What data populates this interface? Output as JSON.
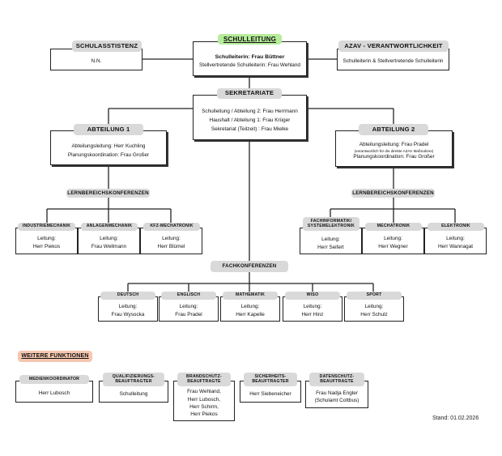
{
  "top": {
    "title": "SCHULLEITUNG",
    "line1": "Schulleiterin: Frau Büttner",
    "line2": "Stellvertretende Schulleiterin: Frau Wehland"
  },
  "schulassistenz": {
    "title": "SCHULASSTISTENZ",
    "line1": "N.N."
  },
  "azav": {
    "title": "AZAV - VERANTWORTLICHKEIT",
    "line1": "Schulleiterin & Stellvertretende Schulleiterin"
  },
  "sekretariate": {
    "title": "SEKRETARIATE",
    "line1": "Schulleitung / Abteilung 2: Frau Herrmann",
    "line2": "Haushalt / Abteilung 1: Frau Krüger",
    "line3": "Sekretariat (Teilzeit) : Frau Mielke"
  },
  "abt1": {
    "title": "ABTEILUNG 1",
    "line1": "Abteilungsleitung: Herr Kuchling",
    "line2": "Planungskoordination: Frau Großer"
  },
  "abt2": {
    "title": "ABTEILUNG 2",
    "line1": "Abteilungsleitung: Frau Pradel",
    "note": "(verantwortlich für die direkte AZAV Maßnahme)",
    "line2": "Planungskoordination: Frau Großer"
  },
  "lbk_left": {
    "title": "LERNBEREICHSKONFERENZEN",
    "items": [
      {
        "title": "INDUSTRIEMECHANIK",
        "line1": "Leitung:",
        "line2": "Herr Piekos"
      },
      {
        "title": "ANLAGENMECHANIK",
        "line1": "Leitung:",
        "line2": "Frau Wellmann"
      },
      {
        "title": "KFZ-MECHATRONIK",
        "line1": "Leitung:",
        "line2": "Herr Blümel"
      }
    ]
  },
  "lbk_right": {
    "title": "LERNBEREICHSKONFERENZEN",
    "items": [
      {
        "title": "FACHINFORMATIK/ SYSTEMELEKTRONIK",
        "line1": "Leitung:",
        "line2": "Herr Seifert"
      },
      {
        "title": "MECHATRONIK",
        "line1": "Leitung:",
        "line2": "Herr Wegner"
      },
      {
        "title": "ELEKTRONIK",
        "line1": "Leitung:",
        "line2": "Herr Wannagat"
      }
    ]
  },
  "fachkonferenzen": {
    "title": "FACHKONFERENZEN",
    "items": [
      {
        "title": "DEUTSCH",
        "line1": "Leitung:",
        "line2": "Frau Wysocka"
      },
      {
        "title": "ENGLISCH",
        "line1": "Leitung:",
        "line2": "Frau Pradel"
      },
      {
        "title": "MATHEMATIK",
        "line1": "Leitung:",
        "line2": "Herr Kapelle"
      },
      {
        "title": "WISO",
        "line1": "Leitung:",
        "line2": "Herr Hinz"
      },
      {
        "title": "SPORT",
        "line1": "Leitung:",
        "line2": "Herr Schulz"
      }
    ]
  },
  "weitere": {
    "title": "WEITERE FUNKTIONEN",
    "medien": {
      "title": "MEDIENKOORDINATOR",
      "line1": "Herr Lubosch"
    },
    "quali": {
      "title": "QUALIFIZIERUNGS- BEAUFTRAGTER",
      "line1": "Schulleitung"
    },
    "brand": {
      "title": "BRANDSCHUTZ- BEAUFTRAGTE",
      "line1": "Frau Wehland,",
      "line2": "Herr Lubosch,",
      "line3": "Herr Schirm,",
      "line4": "Herr Piekos"
    },
    "sicher": {
      "title": "SICHERHEITS- BEAUFTRAGTER",
      "line1": "Herr Siebeneicher"
    },
    "daten": {
      "title": "DATENSCHUTZ- BEAUFTRAGTE",
      "line1": "Frau Nadja Engler",
      "line2": "(Schulamt Cottbus)"
    }
  },
  "stand": "Stand: 01.02.2026"
}
